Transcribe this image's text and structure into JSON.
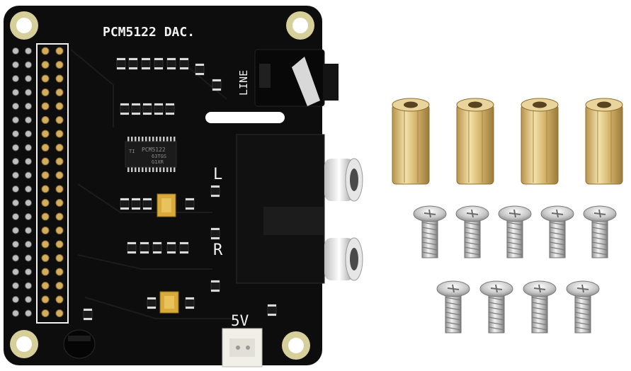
{
  "board": {
    "title": "PCM5122 DAC.",
    "line_label": "LINE",
    "left_label": "L",
    "right_label": "R",
    "power_label": "5V",
    "chip_line1": "PCM5122",
    "chip_line2": "63TGS",
    "chip_line3": "G1XR",
    "chip_mark": "TI",
    "colors": {
      "pcb": "#0d0d0d",
      "silkscreen": "#f2f2f2",
      "gold": "#d4ad5f",
      "brass": "#e2c98a",
      "steel": "#c9c9c9"
    }
  },
  "hardware": {
    "standoff_count": 4,
    "screw_count": 9
  }
}
